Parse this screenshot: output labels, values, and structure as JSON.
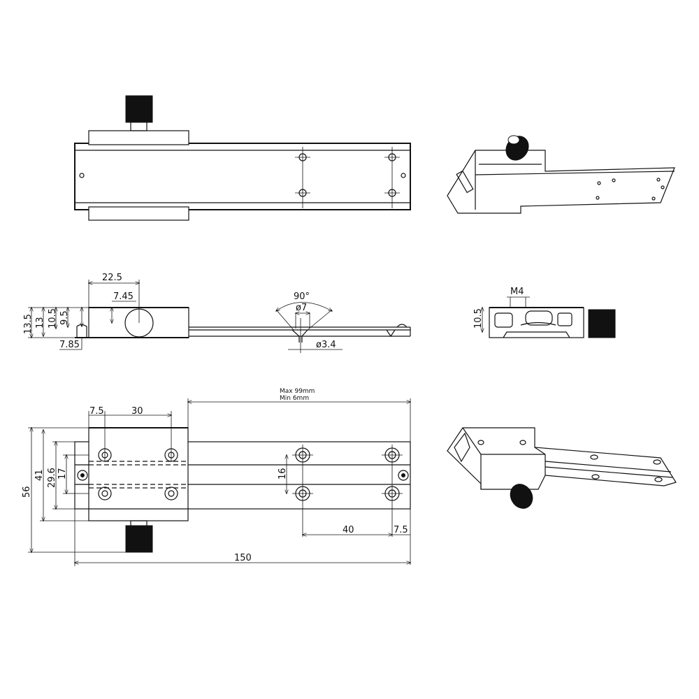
{
  "side_view": {
    "dim_width": "22.5",
    "dim_offset": "7.45",
    "dim_h1": "13.5",
    "dim_h2": "13",
    "dim_h3": "10.5",
    "dim_h4": "9.5",
    "dim_stub": "7.85",
    "countersink_angle": "90°",
    "countersink_dia": "ø7",
    "hole_dia": "ø3.4"
  },
  "end_view": {
    "thread": "M4",
    "height": "10.5"
  },
  "bottom_view": {
    "travel_max": "Max  99mm",
    "travel_min": "Min   6mm",
    "edge_offset_left": "7.5",
    "hole_pitch_carriage": "30",
    "height_total": "56",
    "height_carriage": "41",
    "height_rail": "29.6",
    "height_slot": "17",
    "hole_spacing_rail": "16",
    "hole_pitch_rail": "40",
    "edge_offset_right": "7.5",
    "length_total": "150"
  }
}
